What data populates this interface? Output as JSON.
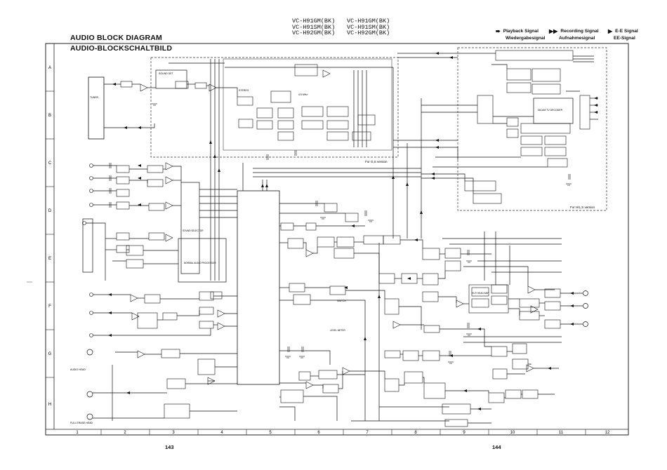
{
  "header": {
    "title_en": "AUDIO BLOCK DIAGRAM",
    "title_de": "AUDIO-BLOCKSCHALTBILD",
    "models_left": [
      "VC-H91GM(BK)",
      "VC-H91SM(BK)",
      "VC-H92GM(BK)"
    ],
    "models_right": [
      "VC-H91GM(BK)",
      "VC-H91SM(BK)",
      "VC-H92GM(BK)"
    ]
  },
  "legend": {
    "playback_en": "Playback Signal",
    "playback_de": "Wiedergabesignal",
    "recording_en": "Recording Signal",
    "recording_de": "Aufnahmesignal",
    "ee_en": "E-E Signal",
    "ee_de": "EE-Signal"
  },
  "grid": {
    "rows": [
      "A",
      "B",
      "C",
      "D",
      "E",
      "F",
      "G",
      "H"
    ],
    "columns": [
      "1",
      "2",
      "3",
      "4",
      "5",
      "6",
      "7",
      "8",
      "9",
      "10",
      "11",
      "12"
    ]
  },
  "blocks": {
    "tuner": "TUNER",
    "for_gs": "For G,S version",
    "for_hls": "For H/L,S version",
    "nicam": "NICAM TV DECODER",
    "normal_audio": "NORMAL AUDIO PROCESSOR",
    "hifi_head_amp": "HI-FI HEAD AMP",
    "sound_selector": "SOUND SELECTOR",
    "audio_head": "AUDIO HEAD",
    "full_erase": "FULL ERASE HEAD",
    "sound_det": "SOUND DET",
    "stereo": "STEREO",
    "crystal": "4.5 MHz",
    "level_meter": "LEVEL METER",
    "switch": "SWITCH"
  },
  "pages": {
    "left": "143",
    "right": "144"
  }
}
